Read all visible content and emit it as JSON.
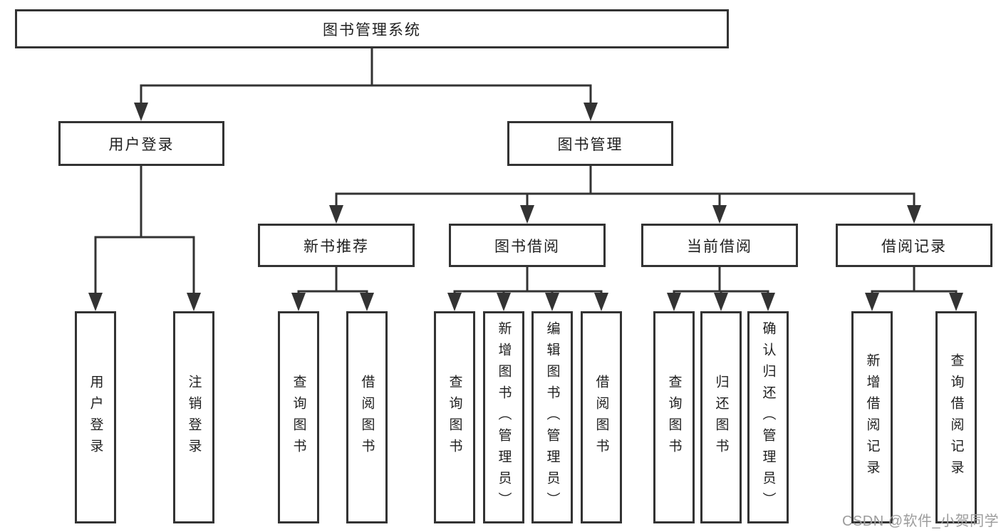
{
  "diagram": {
    "title": "图书管理系统",
    "level2": [
      {
        "label": "用户登录"
      },
      {
        "label": "图书管理"
      }
    ],
    "level3": [
      {
        "label": "新书推荐"
      },
      {
        "label": "图书借阅"
      },
      {
        "label": "当前借阅"
      },
      {
        "label": "借阅记录"
      }
    ],
    "leaves": [
      {
        "label": "用户登录"
      },
      {
        "label": "注销登录"
      },
      {
        "label": "查询图书"
      },
      {
        "label": "借阅图书"
      },
      {
        "label": "查询图书"
      },
      {
        "label": "新增图书（管理员）"
      },
      {
        "label": "编辑图书（管理员）"
      },
      {
        "label": "借阅图书"
      },
      {
        "label": "查询图书"
      },
      {
        "label": "归还图书"
      },
      {
        "label": "确认归还（管理员）"
      },
      {
        "label": "新增借阅记录"
      },
      {
        "label": "查询借阅记录"
      }
    ],
    "icons": {
      "arrowhead": "filled-down-triangle"
    },
    "colors": {
      "line": "#333333",
      "border": "#333333",
      "box_fill": "#ffffff",
      "text": "#1f1f1f",
      "background": "#ffffff"
    }
  },
  "watermark": {
    "text": "CSDN @软件_小贺同学",
    "color": "#9c9c9c"
  }
}
